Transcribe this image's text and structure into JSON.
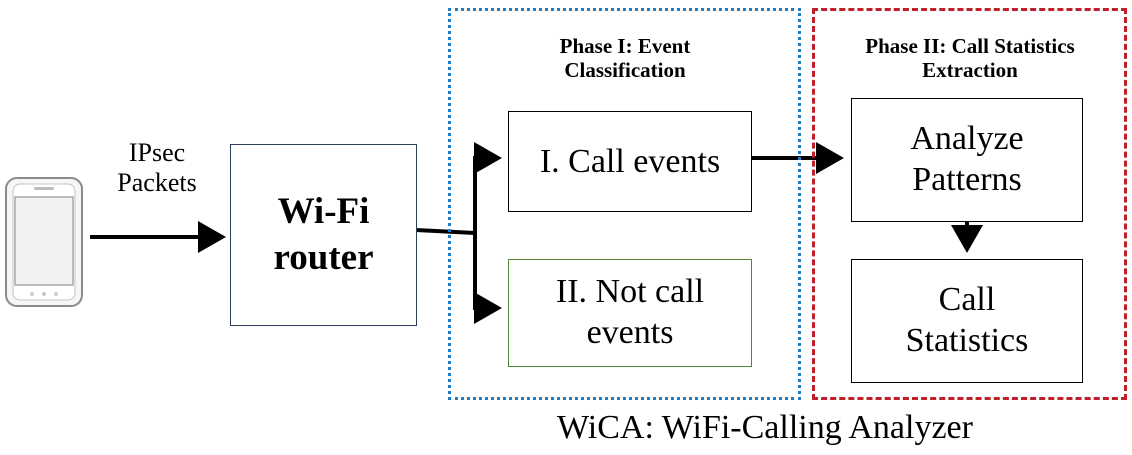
{
  "input": {
    "label_line1": "IPsec",
    "label_line2": "Packets",
    "device_icon": "smartphone-icon"
  },
  "router": {
    "line1": "Wi-Fi",
    "line2": "router"
  },
  "phase1": {
    "title_line1": "Phase I: Event",
    "title_line2": "Classification",
    "call_events": "I. Call events",
    "not_call_line1": "II. Not call",
    "not_call_line2": "events",
    "border_color": "#1f7cc4"
  },
  "phase2": {
    "title_line1": "Phase II: Call Statistics",
    "title_line2": "Extraction",
    "analyze_line1": "Analyze",
    "analyze_line2": "Patterns",
    "stats_line1": "Call",
    "stats_line2": "Statistics",
    "border_color": "#c0202a"
  },
  "caption": "WiCA: WiFi-Calling Analyzer",
  "colors": {
    "not_call_border": "#4e8a3a",
    "router_border": "#2f3f5f"
  }
}
